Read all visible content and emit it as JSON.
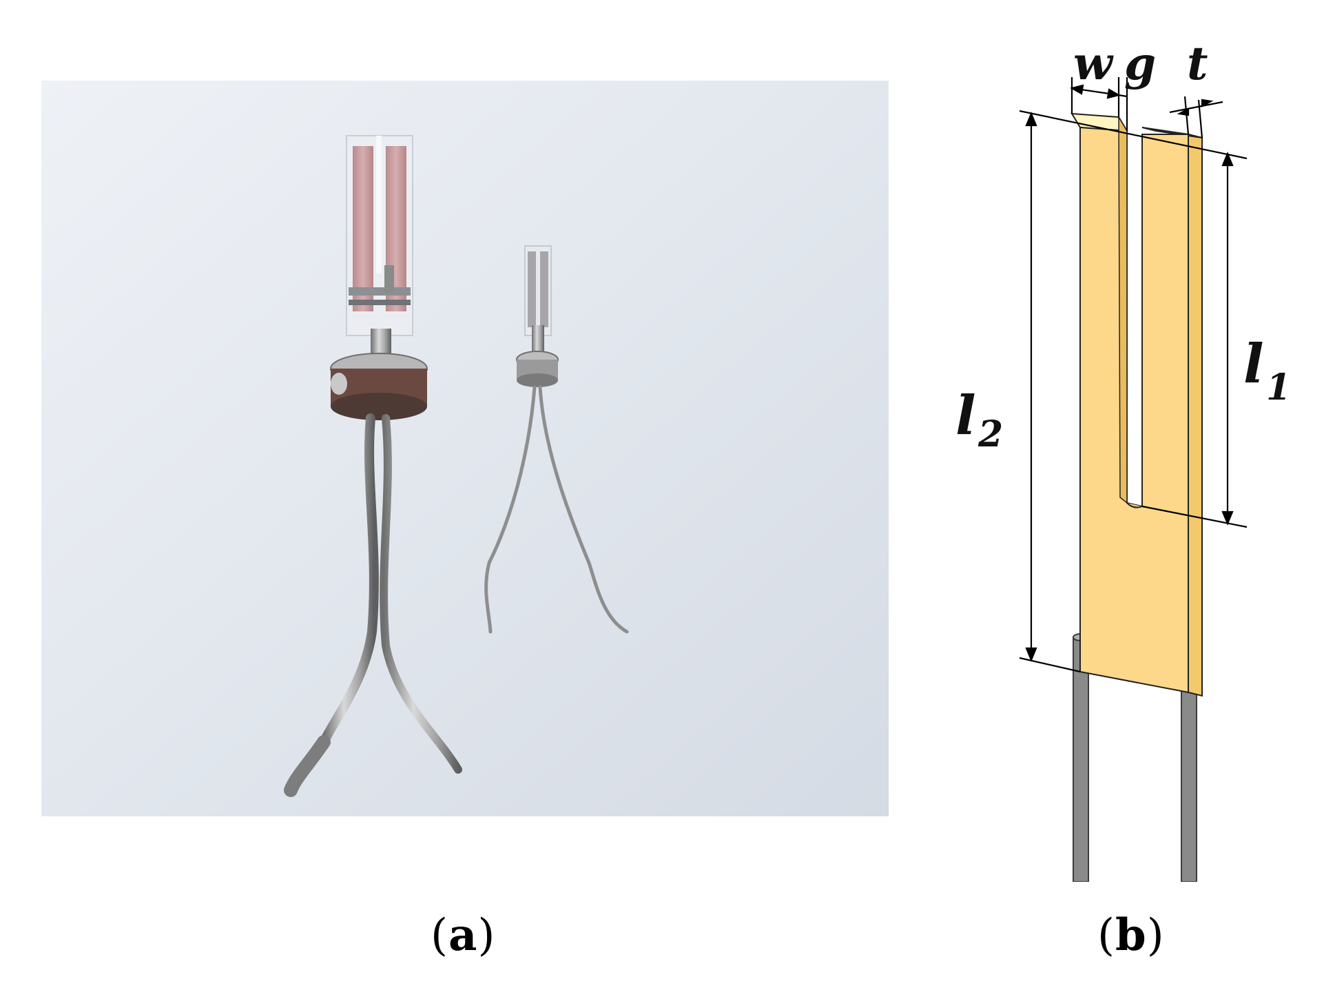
{
  "captions": {
    "a_open": "(",
    "a_letter": "a",
    "a_close": ")",
    "b_open": "(",
    "b_letter": "b",
    "b_close": ")"
  },
  "diagram": {
    "labels": {
      "w": "w",
      "g": "g",
      "t": "t",
      "l1_main": "l",
      "l1_sub": "1",
      "l2_main": "l",
      "l2_sub": "2"
    }
  },
  "colors": {
    "photo_background": "#e3e8ee",
    "tuning_fork_face": "#fdd88a",
    "tuning_fork_side": "#f4c96c",
    "tuning_fork_top": "#fff5c0",
    "pin": "#8a8a8a",
    "dimension_line": "#000000"
  }
}
